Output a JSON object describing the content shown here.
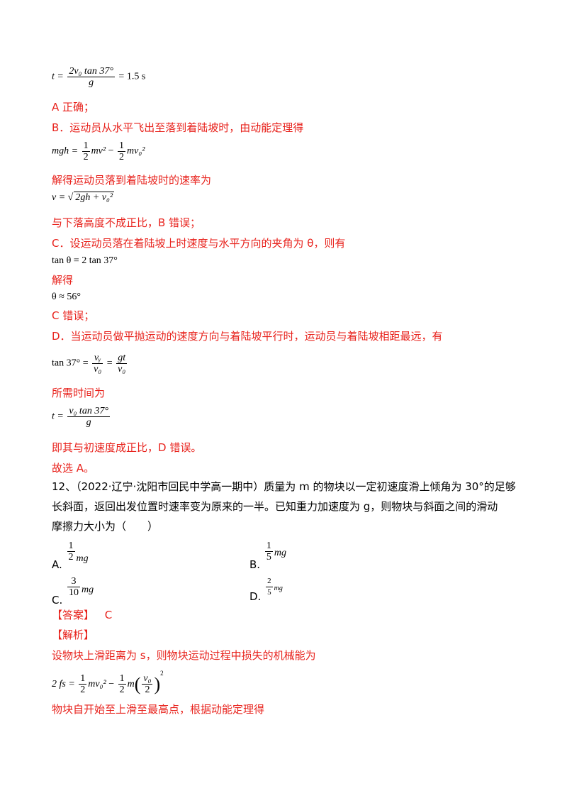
{
  "solution_prev": {
    "eq_t_prefix": "t =",
    "eq_t_num": "2v₀ tan 37°",
    "eq_t_den": "g",
    "eq_t_suffix": "= 1.5 s",
    "a_correct": "A 正确；",
    "b_intro": "B．运动员从水平飞出至落到着陆坡时，由动能定理得",
    "eq_mgh_lhs": "mgh =",
    "eq_half": "1",
    "eq_two": "2",
    "eq_mv2": "mv²",
    "eq_minus": "−",
    "eq_mv02": "mv₀²",
    "b_solve": "解得运动员落到着陆坡时的速率为",
    "eq_v_lhs": "v =",
    "eq_v_root": "2gh + v₀²",
    "b_conclusion": "与下落高度不成正比，B 错误；",
    "c_intro": "C．设运动员落在着陆坡上时速度与水平方向的夹角为 θ，则有",
    "eq_tantheta": "tan θ = 2 tan 37°",
    "c_solve": "解得",
    "eq_theta": "θ ≈ 56°",
    "c_wrong": "C 错误；",
    "d_intro": "D．当运动员做平抛运动的速度方向与着陆坡平行时，运动员与着陆坡相距最远，有",
    "eq_tan37_lhs": "tan 37° =",
    "eq_vy": "vᵧ",
    "eq_v0": "v₀",
    "eq_gt": "gt",
    "d_time": "所需时间为",
    "eq_t2_lhs": "t =",
    "eq_t2_num": "v₀ tan 37°",
    "eq_t2_den": "g",
    "d_conclusion": "即其与初速度成正比，D 错误。",
    "choice": "故选 A。"
  },
  "question12": {
    "text_line1": "12、（2022·辽宁·沈阳市回民中学高一期中）质量为 m 的物块以一定初速度滑上倾角为 30°的足够",
    "text_line2": "长斜面，返回出发位置时速率变为原来的一半。已知重力加速度为 g，则物块与斜面之间的滑动",
    "text_line3": "摩擦力大小为（　　）",
    "options": [
      {
        "label": "A.",
        "num": "1",
        "den": "2",
        "tail": "mg"
      },
      {
        "label": "B.",
        "num": "1",
        "den": "5",
        "tail": "mg"
      },
      {
        "label": "C.",
        "num": "3",
        "den": "10",
        "tail": "mg"
      },
      {
        "label": "D.",
        "num": "2",
        "den": "5",
        "tail": "mg"
      }
    ],
    "answer_tag": "【答案】",
    "answer": "C",
    "analysis_tag": "【解析】",
    "analysis_1": "设物块上滑距离为 s，则物块运动过程中损失的机械能为",
    "eq_fs_lhs": "2 fs =",
    "eq_half": "1",
    "eq_two": "2",
    "eq_mv02": "mv₀²",
    "eq_minus": "−",
    "eq_m": "m",
    "eq_v0": "v₀",
    "eq_sq": "2",
    "analysis_2": "物块自开始至上滑至最高点，根据动能定理得"
  }
}
